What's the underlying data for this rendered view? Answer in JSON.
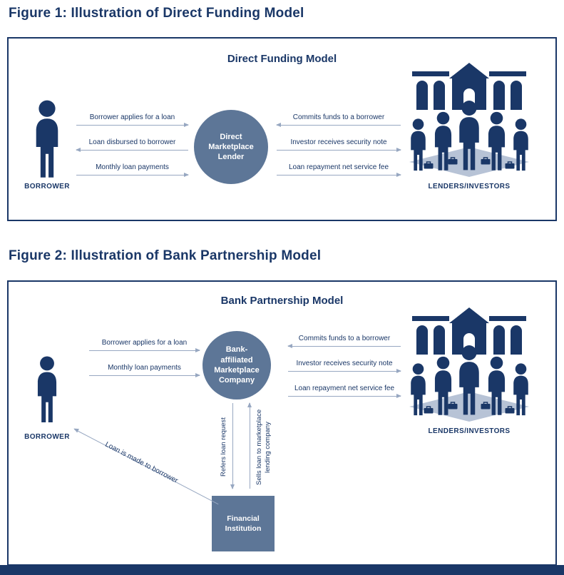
{
  "colors": {
    "navy": "#1a3767",
    "slate": "#5d7697",
    "arrow": "#97a7c1",
    "shadow": "#b7c3d6"
  },
  "fig1": {
    "caption": "Figure 1: Illustration of Direct Funding Model",
    "title": "Direct Funding Model",
    "borrower": "BORROWER",
    "hub": "Direct Marketplace Lender",
    "investors": "LENDERS/INVESTORS",
    "arrows": {
      "apply": "Borrower applies for a loan",
      "disburse": "Loan disbursed to borrower",
      "payments": "Monthly loan payments",
      "commit": "Commits funds to a borrower",
      "note": "Investor receives security note",
      "repay": "Loan repayment net service fee"
    }
  },
  "fig2": {
    "caption": "Figure 2: Illustration of Bank Partnership Model",
    "title": "Bank Partnership Model",
    "borrower": "BORROWER",
    "hub": "Bank-affiliated Marketplace Company",
    "investors": "LENDERS/INVESTORS",
    "financial_institution": "Financial Institution",
    "arrows": {
      "apply": "Borrower applies for a loan",
      "payments": "Monthly loan payments",
      "commit": "Commits funds to a borrower",
      "note": "Investor receives security note",
      "repay": "Loan repayment net service fee",
      "refers": "Refers loan request",
      "sells": "Sells loan to marketplace lending company",
      "made": "Loan is made to borrower"
    }
  }
}
